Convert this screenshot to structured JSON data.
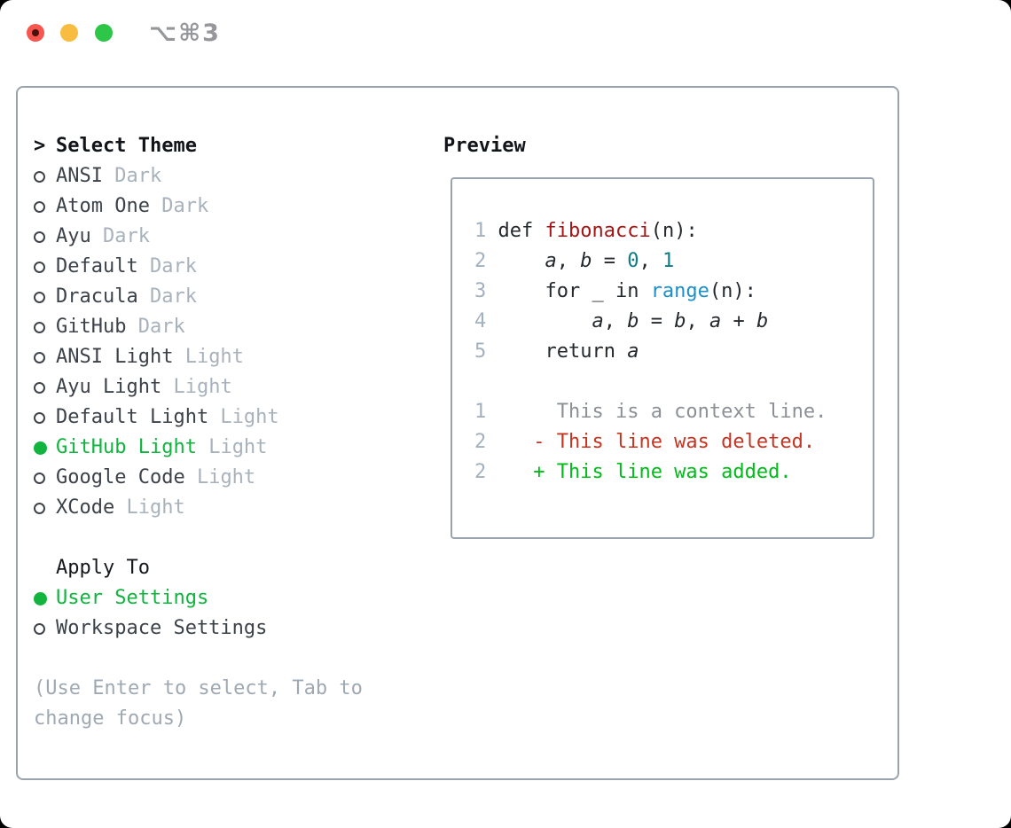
{
  "titlebar": {
    "title": "⌥⌘3",
    "traffic_lights": [
      "close",
      "minimize",
      "zoom"
    ]
  },
  "theme_picker": {
    "header_prefix": ">",
    "header": "Select Theme",
    "themes": [
      {
        "name": "ANSI",
        "variant": "Dark",
        "selected": false
      },
      {
        "name": "Atom One",
        "variant": "Dark",
        "selected": false
      },
      {
        "name": "Ayu",
        "variant": "Dark",
        "selected": false
      },
      {
        "name": "Default",
        "variant": "Dark",
        "selected": false
      },
      {
        "name": "Dracula",
        "variant": "Dark",
        "selected": false
      },
      {
        "name": "GitHub",
        "variant": "Dark",
        "selected": false
      },
      {
        "name": "ANSI Light",
        "variant": "Light",
        "selected": false
      },
      {
        "name": "Ayu Light",
        "variant": "Light",
        "selected": false
      },
      {
        "name": "Default Light",
        "variant": "Light",
        "selected": false
      },
      {
        "name": "GitHub Light",
        "variant": "Light",
        "selected": true
      },
      {
        "name": "Google Code",
        "variant": "Light",
        "selected": false
      },
      {
        "name": "XCode",
        "variant": "Light",
        "selected": false
      }
    ],
    "apply_to": {
      "header": "Apply To",
      "options": [
        {
          "label": "User Settings",
          "selected": true
        },
        {
          "label": "Workspace Settings",
          "selected": false
        }
      ]
    },
    "hint_lines": [
      "(Use Enter to select, Tab to",
      "change focus)"
    ]
  },
  "preview": {
    "header": "Preview",
    "code_lines": [
      [
        {
          "t": "1 ",
          "c": "num"
        },
        {
          "t": "def ",
          "c": "fg"
        },
        {
          "t": "fibonacci",
          "c": "red"
        },
        {
          "t": "(n):",
          "c": "fg"
        }
      ],
      [
        {
          "t": "2 ",
          "c": "num"
        },
        {
          "t": "    ",
          "c": "fg"
        },
        {
          "t": "a",
          "c": "fg",
          "i": 1
        },
        {
          "t": ", ",
          "c": "fg"
        },
        {
          "t": "b",
          "c": "fg",
          "i": 1
        },
        {
          "t": " = ",
          "c": "fg"
        },
        {
          "t": "0",
          "c": "teal"
        },
        {
          "t": ", ",
          "c": "fg"
        },
        {
          "t": "1",
          "c": "teal"
        }
      ],
      [
        {
          "t": "3 ",
          "c": "num"
        },
        {
          "t": "    for _ in ",
          "c": "fg"
        },
        {
          "t": "range",
          "c": "blue"
        },
        {
          "t": "(n):",
          "c": "fg"
        }
      ],
      [
        {
          "t": "4 ",
          "c": "num"
        },
        {
          "t": "        ",
          "c": "fg"
        },
        {
          "t": "a",
          "c": "fg",
          "i": 1
        },
        {
          "t": ", ",
          "c": "fg"
        },
        {
          "t": "b",
          "c": "fg",
          "i": 1
        },
        {
          "t": " = ",
          "c": "fg"
        },
        {
          "t": "b",
          "c": "fg",
          "i": 1
        },
        {
          "t": ", ",
          "c": "fg"
        },
        {
          "t": "a",
          "c": "fg",
          "i": 1
        },
        {
          "t": " + ",
          "c": "fg"
        },
        {
          "t": "b",
          "c": "fg",
          "i": 1
        }
      ],
      [
        {
          "t": "5 ",
          "c": "num"
        },
        {
          "t": "    return ",
          "c": "fg"
        },
        {
          "t": "a",
          "c": "fg",
          "i": 1
        }
      ]
    ],
    "diff_lines": [
      [
        {
          "t": "1",
          "c": "num"
        },
        {
          "t": "      ",
          "c": "ctx"
        },
        {
          "t": "This is a context line.",
          "c": "ctx"
        }
      ],
      [
        {
          "t": "2",
          "c": "num"
        },
        {
          "t": "    ",
          "c": "fg"
        },
        {
          "t": "- ",
          "c": "del"
        },
        {
          "t": "This line was deleted.",
          "c": "del"
        }
      ],
      [
        {
          "t": "2",
          "c": "num"
        },
        {
          "t": "    ",
          "c": "fg"
        },
        {
          "t": "+ ",
          "c": "add"
        },
        {
          "t": "This line was added.",
          "c": "add"
        }
      ]
    ]
  },
  "colors": {
    "accent_green": "#10b43e",
    "syntax_function_red": "#a31515",
    "syntax_number_teal": "#0f7b87",
    "syntax_builtin_blue": "#1b8fc9",
    "diff_context_gray": "#8b9096",
    "diff_deleted_red": "#c53420",
    "diff_added_green": "#00bb1a",
    "panel_border_gray": "#9ba3ad",
    "traffic_red": "#f6564e",
    "traffic_yellow": "#f8bd40",
    "traffic_green": "#2dc648"
  }
}
